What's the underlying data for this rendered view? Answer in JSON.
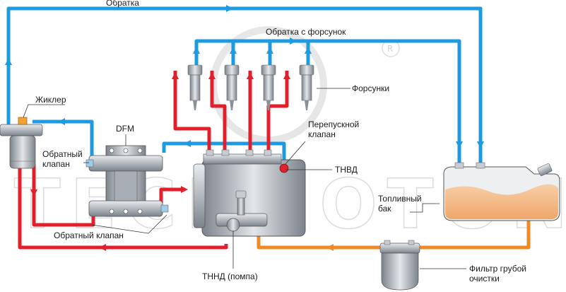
{
  "labels": {
    "return_top": "Обратка",
    "return_injectors": "Обратка с форсунок",
    "injectors": "Форсунки",
    "jet": "Жиклер",
    "dfm": "DFM",
    "check_valve_upper": "Обратный клапан",
    "check_valve_lower": "Обратный клапан",
    "bypass_valve": "Перепускной клапан",
    "tnvd": "ТНВД",
    "fuel_tank": "Топливный бак",
    "tnnd": "ТННД (помпа)",
    "coarse_filter": "Фильтр грубой очистки"
  },
  "watermark": "TECHNOTON",
  "colors": {
    "return_line": "#1e9be0",
    "pressure_line": "#e2202c",
    "suction_line": "#f08a24",
    "metal": "#9aa0a8",
    "fuel": "#f3b98a"
  }
}
